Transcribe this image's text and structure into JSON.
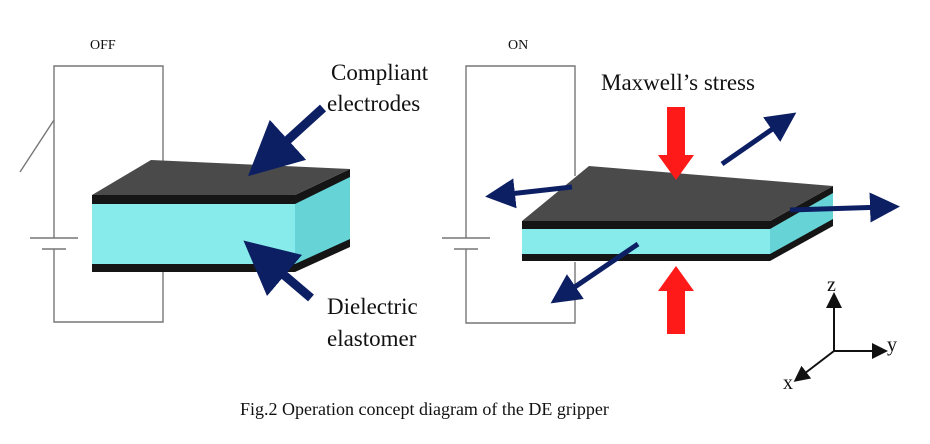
{
  "off_state": {
    "label": "OFF"
  },
  "on_state": {
    "label": "ON"
  },
  "labels": {
    "compliant_electrodes": [
      "Compliant",
      "electrodes"
    ],
    "dielectric_elastomer": [
      "Dielectric",
      "elastomer"
    ],
    "maxwell_stress": "Maxwell’s stress"
  },
  "axes": {
    "z": "z",
    "y": "y",
    "x": "x"
  },
  "caption": "Fig.2 Operation concept diagram of the DE gripper",
  "colors": {
    "electrode": "#4a4a4a",
    "electrode_edge": "#151515",
    "elastomer": "#86ebea",
    "arrow_navy": "#0d1f63",
    "stress_red": "#ff1a1a",
    "wire": "#777777"
  }
}
